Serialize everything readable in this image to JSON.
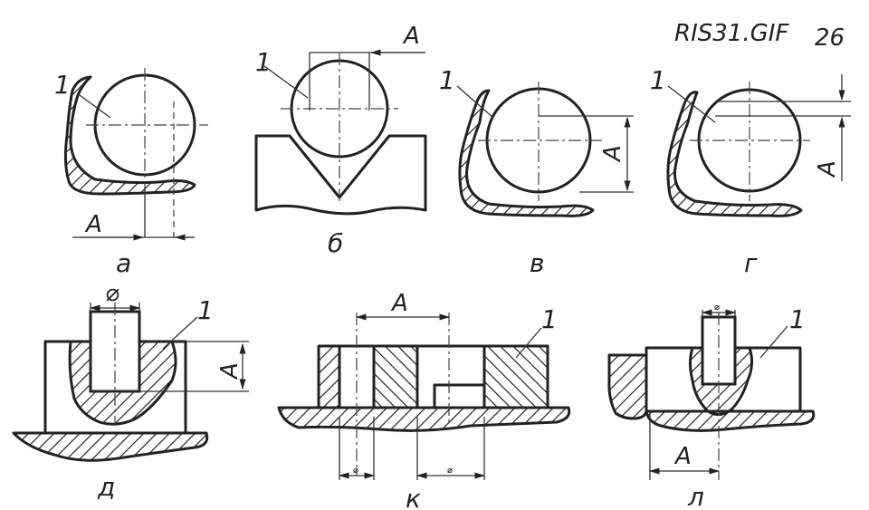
{
  "header": {
    "file_name": "RIS31.GIF",
    "page_number": "26"
  },
  "labels": {
    "item": "1",
    "dim_a": "A",
    "diam": "⌀",
    "view_a": "а",
    "view_b": "б",
    "view_v": "в",
    "view_g": "г",
    "view_d": "д",
    "view_k": "к",
    "view_l": "л"
  },
  "colors": {
    "line": "#222222",
    "background": "#ffffff"
  }
}
